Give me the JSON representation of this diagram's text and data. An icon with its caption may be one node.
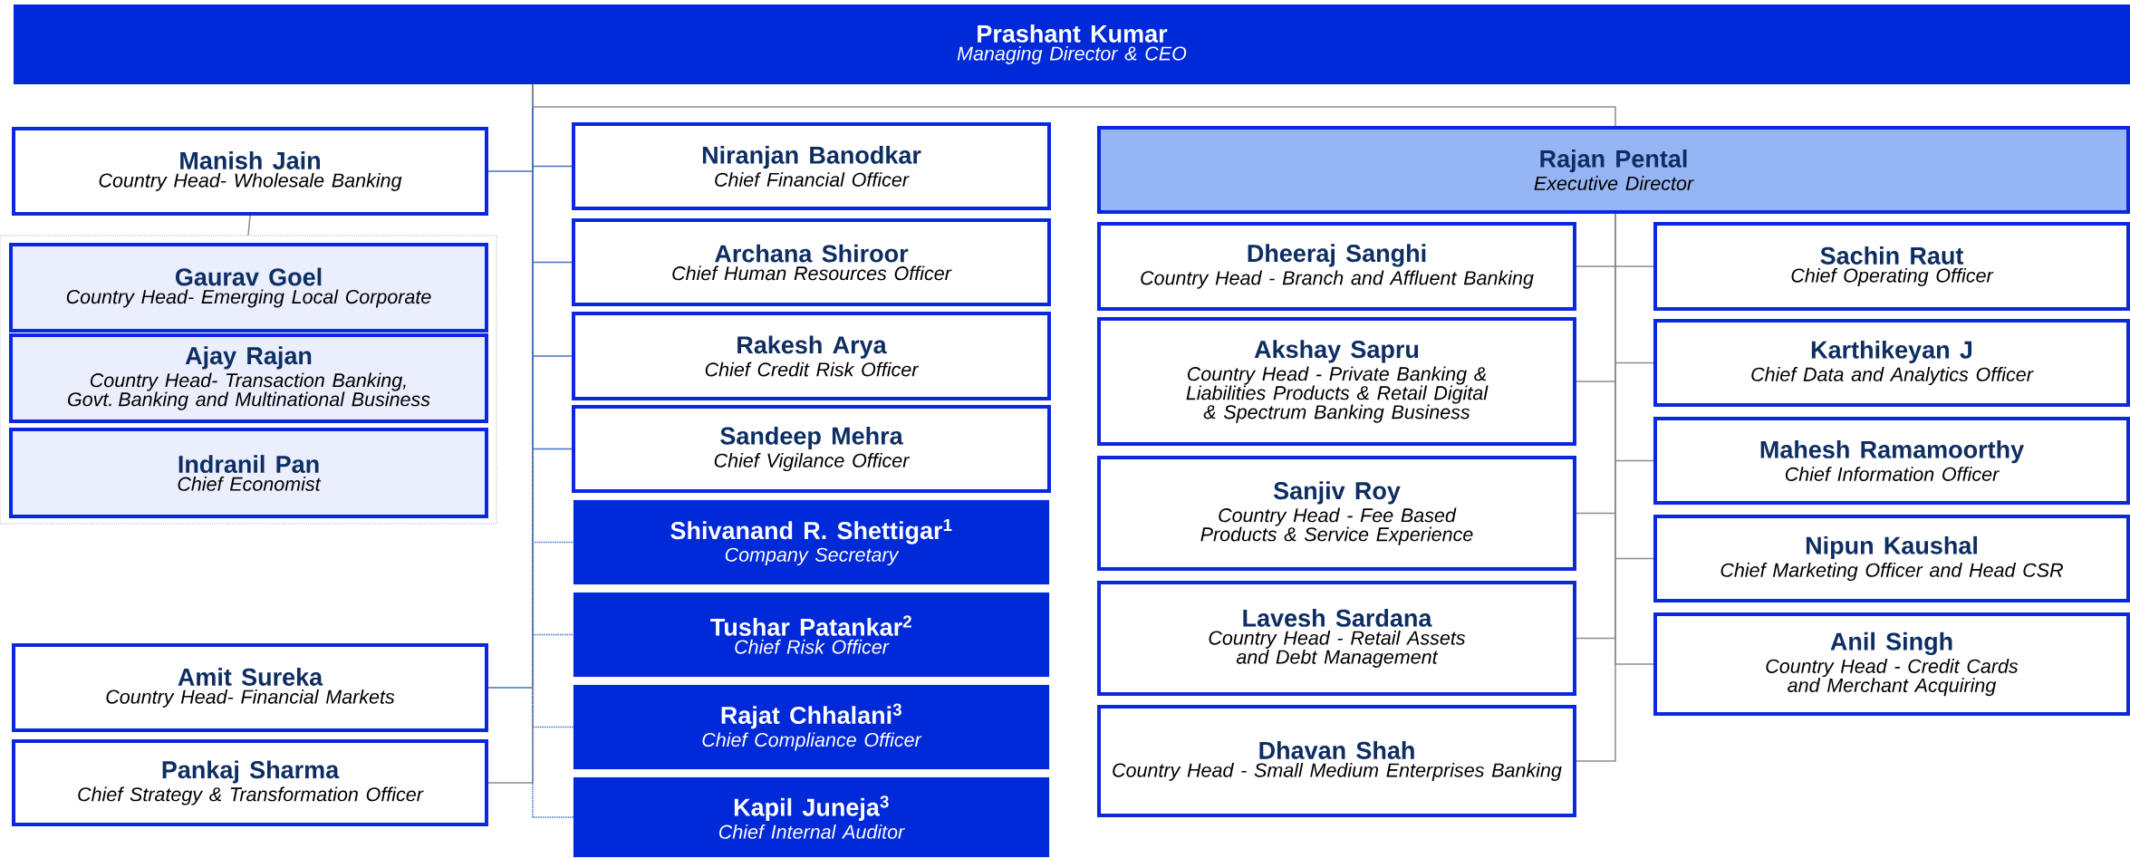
{
  "diagram": {
    "nodes": [
      {
        "text": [
          "Prashant Kumar",
          "Managing Director & CEO"
        ]
      },
      {
        "text": [
          "Manish Jain",
          "Country Head- Wholesale Banking"
        ]
      },
      {
        "text": [],
        "shape": "box"
      },
      {
        "text": [
          "Gaurav Goel",
          "Country Head- Emerging Local Corporate"
        ],
        "in": 2
      },
      {
        "text": [
          "Ajay Rajan",
          "Country Head- Transaction Banking, Govt. Banking and Multinational Business"
        ],
        "in": 2
      },
      {
        "text": [
          "Indranil Pan",
          "Chief Economist"
        ],
        "in": 2
      },
      {
        "text": [
          "Amit Sureka",
          "Country Head- Financial Markets"
        ]
      },
      {
        "text": [
          "Pankaj Sharma",
          "Chief Strategy & Transformation Officer"
        ]
      },
      {
        "text": [
          "Niranjan Banodkar",
          "Chief Financial Officer"
        ]
      },
      {
        "text": [
          "Archana Shiroor",
          "Chief Human Resources Officer"
        ]
      },
      {
        "text": [
          "Rakesh Arya",
          "Chief Credit Risk Officer"
        ]
      },
      {
        "text": [
          "Sandeep Mehra",
          "Chief Vigilance Officer"
        ]
      },
      {
        "text": [
          "Shivanand R. Shettigar$^{1}$",
          "Company Secretary"
        ]
      },
      {
        "text": [
          "Tushar Patankar$^{2}$",
          "Chief Risk Officer"
        ]
      },
      {
        "text": [
          "Rajat Chhalani$^{3}$",
          "Chief Compliance Officer"
        ]
      },
      {
        "text": [
          "Kapil Juneja$^{3}$",
          "Chief Internal Auditor"
        ]
      },
      {
        "text": [
          "Rajan Pental",
          "Executive Director"
        ]
      },
      {
        "text": [
          "Dheeraj Sanghi",
          "Country Head - Branch and Affluent Banking"
        ]
      },
      {
        "text": [
          "Akshay Sapru",
          "Country Head - Private Banking & Liabilities Products & Retail Digital & Spectrum Banking Business"
        ]
      },
      {
        "text": [
          "Sanjiv Roy",
          "Country Head - Fee Based Products & Service Experience"
        ]
      },
      {
        "text": [
          "Lavesh Sardana",
          "Country Head - Retail Assets and Debt Management"
        ]
      },
      {
        "text": [
          "Dhavan Shah",
          "Country Head - Small Medium Enterprises Banking"
        ]
      },
      {
        "text": [
          "Sachin Raut",
          "Chief Operating Officer"
        ]
      },
      {
        "text": [
          "Karthikeyan J",
          "Chief Data and Analytics Officer"
        ]
      },
      {
        "text": [
          "Mahesh Ramamoorthy",
          "Chief Information Officer"
        ]
      },
      {
        "text": [
          "Nipun Kaushal",
          "Chief Marketing Officer and Head CSR"
        ]
      },
      {
        "text": [
          "Anil Singh",
          "Country Head - Credit Cards and Merchant Acquiring"
        ]
      }
    ],
    "edges": [
      {
        "from": 0,
        "to": 1,
        "arrow": "none",
        "color": "#4472c4"
      },
      {
        "from": 1,
        "to": 2,
        "arrow": "none"
      },
      {
        "from": 0,
        "to": 6,
        "arrow": "none",
        "color": "#4472c4"
      },
      {
        "from": 0,
        "to": 7,
        "arrow": "none"
      },
      {
        "from": 0,
        "to": 8,
        "arrow": "none",
        "color": "#4472c4"
      },
      {
        "from": 0,
        "to": 9,
        "arrow": "none",
        "color": "#4472c4"
      },
      {
        "from": 0,
        "to": 10,
        "arrow": "none",
        "color": "#4472c4"
      },
      {
        "from": 0,
        "to": 11,
        "arrow": "none",
        "color": "#4472c4"
      },
      {
        "from": 0,
        "to": 12,
        "arrow": "none",
        "style": "dashed",
        "color": "#4472c4"
      },
      {
        "from": 0,
        "to": 13,
        "arrow": "none",
        "style": "dashed",
        "color": "#4472c4"
      },
      {
        "from": 0,
        "to": 14,
        "arrow": "none",
        "style": "dashed",
        "color": "#4472c4"
      },
      {
        "from": 0,
        "to": 15,
        "arrow": "none",
        "style": "dashed",
        "color": "#4472c4"
      },
      {
        "from": 0,
        "to": 16,
        "arrow": "none"
      },
      {
        "from": 16,
        "to": 17,
        "arrow": "none"
      },
      {
        "from": 16,
        "to": 18,
        "arrow": "none"
      },
      {
        "from": 16,
        "to": 19,
        "arrow": "none"
      },
      {
        "from": 16,
        "to": 20,
        "arrow": "none"
      },
      {
        "from": 16,
        "to": 21,
        "arrow": "none"
      },
      {
        "from": 16,
        "to": 22,
        "arrow": "none"
      },
      {
        "from": 16,
        "to": 23,
        "arrow": "none"
      },
      {
        "from": 16,
        "to": 24,
        "arrow": "none"
      },
      {
        "from": 16,
        "to": 25,
        "arrow": "none"
      },
      {
        "from": 16,
        "to": 26,
        "arrow": "none"
      }
    ]
  }
}
